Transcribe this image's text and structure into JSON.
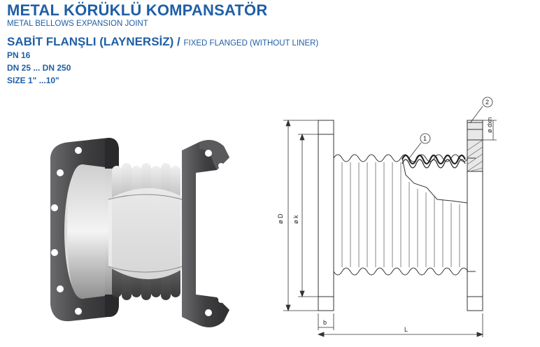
{
  "header": {
    "title": "METAL KÖRÜKLÜ KOMPANSATÖR",
    "subtitle": "METAL BELLOWS EXPANSION JOINT",
    "type_tr": "SABİT FLANŞLI (LAYNERSİZ) / ",
    "type_en": "FIXED FLANGED (WITHOUT LINER)"
  },
  "specs": {
    "pressure": "PN 16",
    "dn_range": "DN 25 ... DN 250",
    "size_range": "SIZE 1\" ...10\""
  },
  "drawing": {
    "dim_D": "ø D",
    "dim_k": "ø k",
    "dim_b": "b",
    "dim_L": "L",
    "dim_dxn": "ø dxn",
    "callout_1": "1",
    "callout_2": "2"
  },
  "colors": {
    "brand_blue": "#1f5fa6",
    "line": "#333333",
    "flange_dark": "#4a4a4c"
  }
}
